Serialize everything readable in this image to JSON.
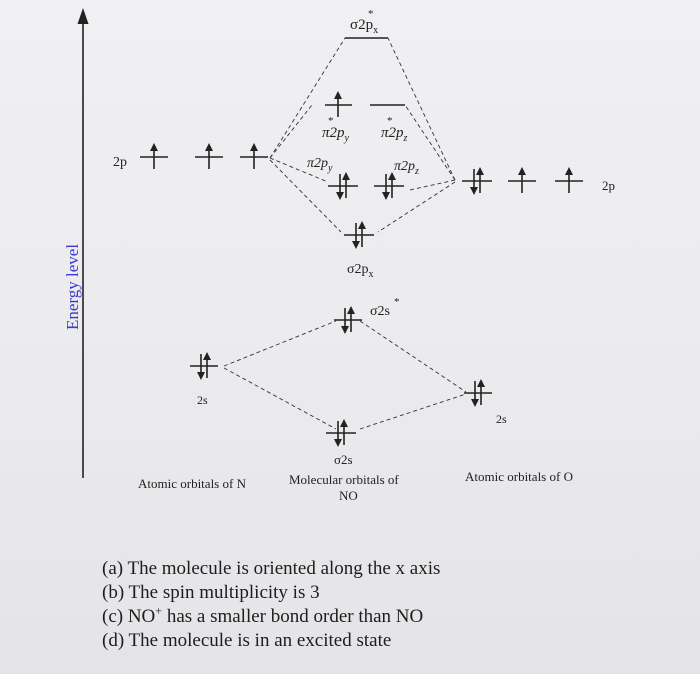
{
  "diagram": {
    "axis_label": "Energy level",
    "left_column_caption": "Atomic orbitals of N",
    "middle_column_caption_line1": "Molecular orbitals of",
    "middle_column_caption_line2": "NO",
    "right_column_caption": "Atomic orbitals of O",
    "left_2p_label": "2p",
    "right_2p_label": "2p",
    "left_2s_label": "2s",
    "right_2s_label": "2s",
    "mo_labels": {
      "sigma2px_star": "σ2p",
      "sigma2px_star_sub": "x",
      "pi2py_star": "π2p",
      "pi2py_star_sub": "y",
      "pi2pz_star": "π2p",
      "pi2pz_star_sub": "z",
      "pi2py": "π2p",
      "pi2py_sub": "y",
      "pi2pz": "π2p",
      "pi2pz_sub": "z",
      "sigma2px": "σ2p",
      "sigma2px_sub": "x",
      "sigma2s_star": "σ2s",
      "sigma2s": "σ2s",
      "star_mark": "*"
    },
    "electron_counts": {
      "N_2p": [
        1,
        1,
        1
      ],
      "O_2p": [
        2,
        1,
        1
      ],
      "N_2s": 2,
      "O_2s": 2,
      "sigma2s": 2,
      "sigma2s_star": 2,
      "sigma2px": 2,
      "pi2py": 2,
      "pi2pz": 2,
      "pi2py_star": 1,
      "pi2pz_star": 0,
      "sigma2px_star": 0
    }
  },
  "question": {
    "option_a": "(a) The molecule is oriented along the x axis",
    "option_b": "(b) The spin multiplicity is 3",
    "option_c_pre": "(c) NO",
    "option_c_sup": "+",
    "option_c_post": " has a smaller bond order than NO",
    "option_d": "(d) The molecule is in an excited state"
  },
  "colors": {
    "axis_label": "#3a3ad0",
    "ink": "#222222"
  }
}
